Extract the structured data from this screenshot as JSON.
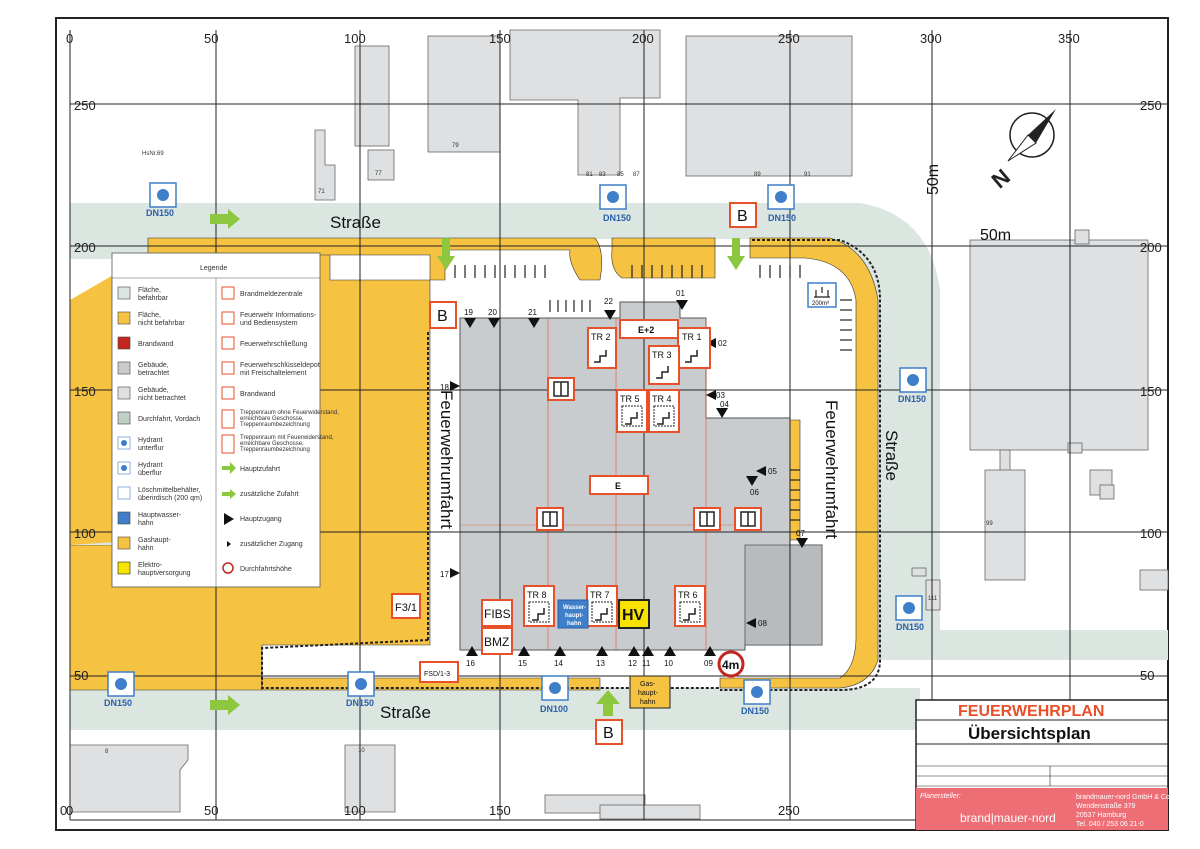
{
  "title_block": {
    "title": "FEUERWEHRPLAN",
    "subtitle": "Übersichtsplan",
    "planer_label": "Planersteller:",
    "company_logo": "brand|mauer-nord",
    "company_name": "brandmauer-nord GmbH & Co. KG",
    "street": "Wendenstraße 379",
    "city": "20537 Hamburg",
    "phone": "Tel. 040 / 253 06 21-0",
    "accent_color": "#e8502a",
    "logo_bg": "#ee6e76"
  },
  "grid": {
    "x_labels": [
      "0",
      "50",
      "100",
      "150",
      "200",
      "250",
      "300",
      "350"
    ],
    "y_labels": [
      "250",
      "200",
      "150",
      "100",
      "50",
      "0"
    ]
  },
  "scale": {
    "label_h": "50m",
    "label_v": "50m"
  },
  "streets": {
    "top": "Straße",
    "bottom": "Straße",
    "right": "Straße"
  },
  "fire_lanes": {
    "left": "Feuerwehrumfahrt",
    "right": "Feuerwehrumfahrt"
  },
  "house_numbers": [
    "HsNr.69",
    "71",
    "77",
    "79",
    "81",
    "83",
    "85",
    "87",
    "89",
    "91",
    "99",
    "8",
    "10",
    "111"
  ],
  "hydrants": [
    "DN150",
    "DN150",
    "DN150",
    "DN150",
    "DN150",
    "DN150",
    "DN150",
    "DN100"
  ],
  "gates": [
    "B",
    "B",
    "B"
  ],
  "entrances": [
    "01",
    "02",
    "03",
    "04",
    "05",
    "06",
    "07",
    "08",
    "09",
    "10",
    "11",
    "12",
    "13",
    "14",
    "15",
    "16",
    "17",
    "18",
    "19",
    "20",
    "21",
    "22"
  ],
  "stairwells": [
    "TR 1",
    "TR 2",
    "TR 3",
    "TR 4",
    "TR 5",
    "TR 6",
    "TR 7",
    "TR 8"
  ],
  "floors": {
    "top": "E+2",
    "main": "E"
  },
  "labels": {
    "fibs": "FIBS",
    "bmz": "BMZ",
    "fsd": "FSD/1-3",
    "f3": "F3/1",
    "hv": "HV",
    "water": [
      "Wasser-",
      "haupt-",
      "hahn"
    ],
    "gas": [
      "Gas-",
      "haupt-",
      "hahn"
    ],
    "height": "4m",
    "tank": "200m³"
  },
  "legend": {
    "title": "Legende",
    "left": [
      [
        "Fläche,",
        "befahrbar"
      ],
      [
        "Fläche,",
        "nicht befahrbar"
      ],
      [
        "Brandwand"
      ],
      [
        "Gebäude,",
        "betrachtet"
      ],
      [
        "Gebäude,",
        "nicht betrachtet"
      ],
      [
        "Durchfahrt, Vordach"
      ],
      [
        "Hydrant",
        "unterflur"
      ],
      [
        "Hydrant",
        "überflur"
      ],
      [
        "Löschmittelbehälter,",
        "überirdisch (200 qm)"
      ],
      [
        "Hauptwasser-",
        "hahn"
      ],
      [
        "Gashaupt-",
        "hahn"
      ],
      [
        "Elektro-",
        "hauptversorgung"
      ]
    ],
    "right": [
      [
        "Brandmeldezentrale"
      ],
      [
        "Feuerwehr Informations-",
        "und Bediensystem"
      ],
      [
        "Feuerwehrschließung"
      ],
      [
        "Feuerwehrschlüsseldepot",
        "mit Freischaltelement"
      ],
      [
        "Brandwand"
      ],
      [
        "Treppenraum ohne Feuerwiderstand,",
        "erreichbare Geschosse,",
        "Treppenraumbezeichnung"
      ],
      [
        "Treppenraum mit Feuerwiderstand,",
        "erreichbare Geschosse,",
        "Treppenraumbezeichnung"
      ],
      [
        "Hauptzufahrt"
      ],
      [
        "zusätzliche Zufahrt"
      ],
      [
        "Hauptzugang"
      ],
      [
        "zusätzlicher Zugang"
      ],
      [
        "Durchfahrtshöhe"
      ]
    ]
  },
  "colors": {
    "drivable": "#dbe6e1",
    "not_drivable": "#f5c242",
    "building": "#c9ccce",
    "other_building": "#dee0e2",
    "fire_wall": "#c4261f",
    "orange": "#e8502a",
    "green": "#8dc63f",
    "hydrant": "#3f7fc9"
  }
}
